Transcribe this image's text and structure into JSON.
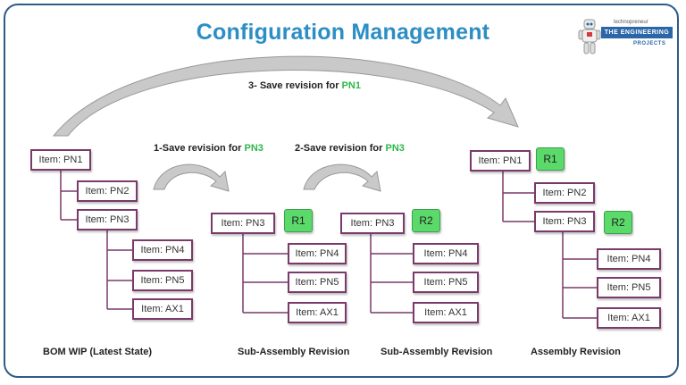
{
  "title": "Configuration Management",
  "logo": {
    "top": "technopreneur",
    "middle": "THE ENGINEERING",
    "bottom": "PROJECTS"
  },
  "steps": {
    "s3": {
      "prefix": "3- Save revision for ",
      "part": "PN1"
    },
    "s1": {
      "prefix": "1-Save revision for ",
      "part": "PN3"
    },
    "s2": {
      "prefix": "2-Save revision for ",
      "part": "PN3"
    }
  },
  "bom_wip": {
    "caption": "BOM WIP (Latest State)",
    "items": [
      "Item: PN1",
      "Item: PN2",
      "Item: PN3",
      "Item: PN4",
      "Item: PN5",
      "Item: AX1"
    ]
  },
  "sub_rev_1": {
    "caption": "Sub-Assembly Revision",
    "items": [
      "Item: PN3",
      "Item: PN4",
      "Item: PN5",
      "Item: AX1"
    ],
    "revision": "R1"
  },
  "sub_rev_2": {
    "caption": "Sub-Assembly Revision",
    "items": [
      "Item: PN3",
      "Item: PN4",
      "Item: PN5",
      "Item: AX1"
    ],
    "revision": "R2"
  },
  "assembly_rev": {
    "caption": "Assembly Revision",
    "items": [
      "Item: PN1",
      "Item: PN2",
      "Item: PN3",
      "Item: PN4",
      "Item: PN5",
      "Item: AX1"
    ],
    "revision_pn1": "R1",
    "revision_pn3": "R2"
  },
  "colors": {
    "title": "#2c8ec4",
    "frame": "#2f5b87",
    "box_border": "#7a3a6a",
    "revision_fill": "#5bd96a",
    "highlight": "#2db84a",
    "arrow": "#c9c9c9"
  }
}
